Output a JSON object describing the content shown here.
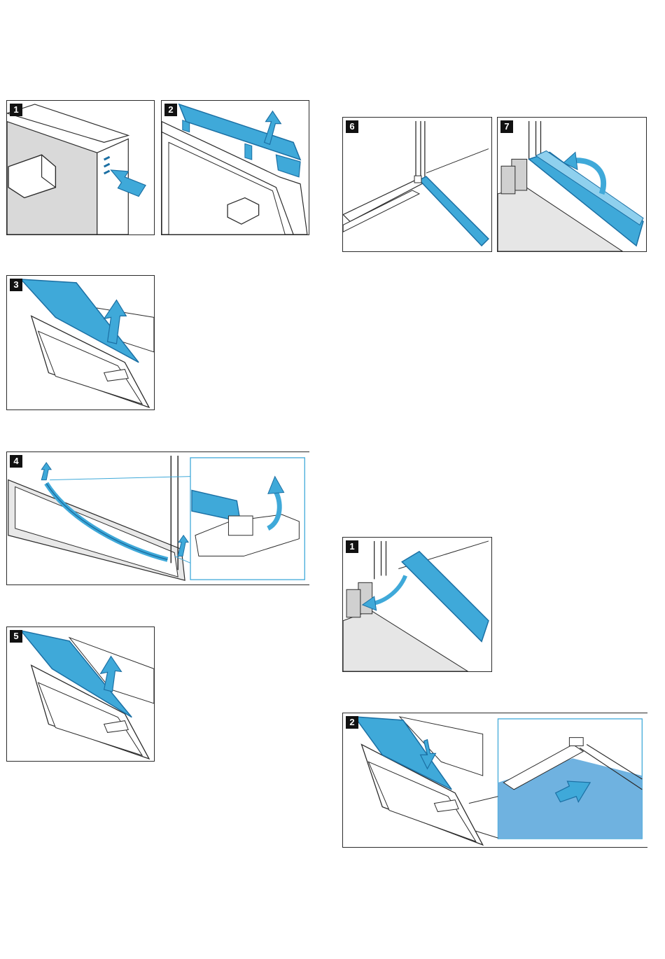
{
  "colors": {
    "accent": "#3fa9d9",
    "accent_dark": "#1b6fa3",
    "line": "#2b2b2b",
    "shade": "#d9d9d9"
  },
  "steps_left": [
    {
      "label": "1",
      "icon": "vent-insert-arrow-icon"
    },
    {
      "label": "2",
      "icon": "lift-cover-strip-icon"
    },
    {
      "label": "3",
      "icon": "remove-glass-pane-icon"
    },
    {
      "label": "4",
      "icon": "unclip-seal-detail-icon"
    },
    {
      "label": "5",
      "icon": "remove-inner-pane-icon"
    }
  ],
  "steps_right_top": [
    {
      "label": "6",
      "icon": "seal-rail-icon"
    },
    {
      "label": "7",
      "icon": "flip-seal-icon"
    }
  ],
  "steps_right_bottom": [
    {
      "label": "1",
      "icon": "attach-seal-icon"
    },
    {
      "label": "2",
      "icon": "insert-pane-detail-icon"
    }
  ]
}
